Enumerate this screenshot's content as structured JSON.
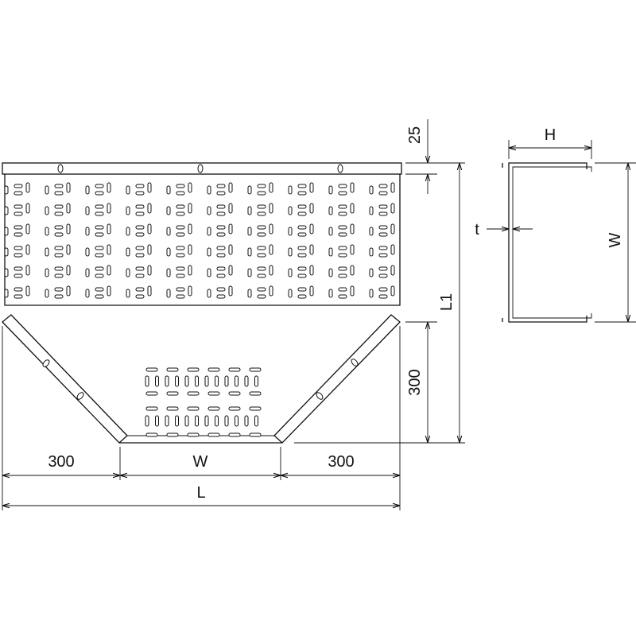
{
  "dimensions": {
    "top_flange": "25",
    "height": "H",
    "thickness": "t",
    "width_right": "W",
    "length1": "L1",
    "branch_depth": "300",
    "left_branch": "300",
    "center_width": "W",
    "right_branch": "300",
    "total_length": "L"
  },
  "colors": {
    "line": "#111111",
    "background": "#ffffff"
  }
}
